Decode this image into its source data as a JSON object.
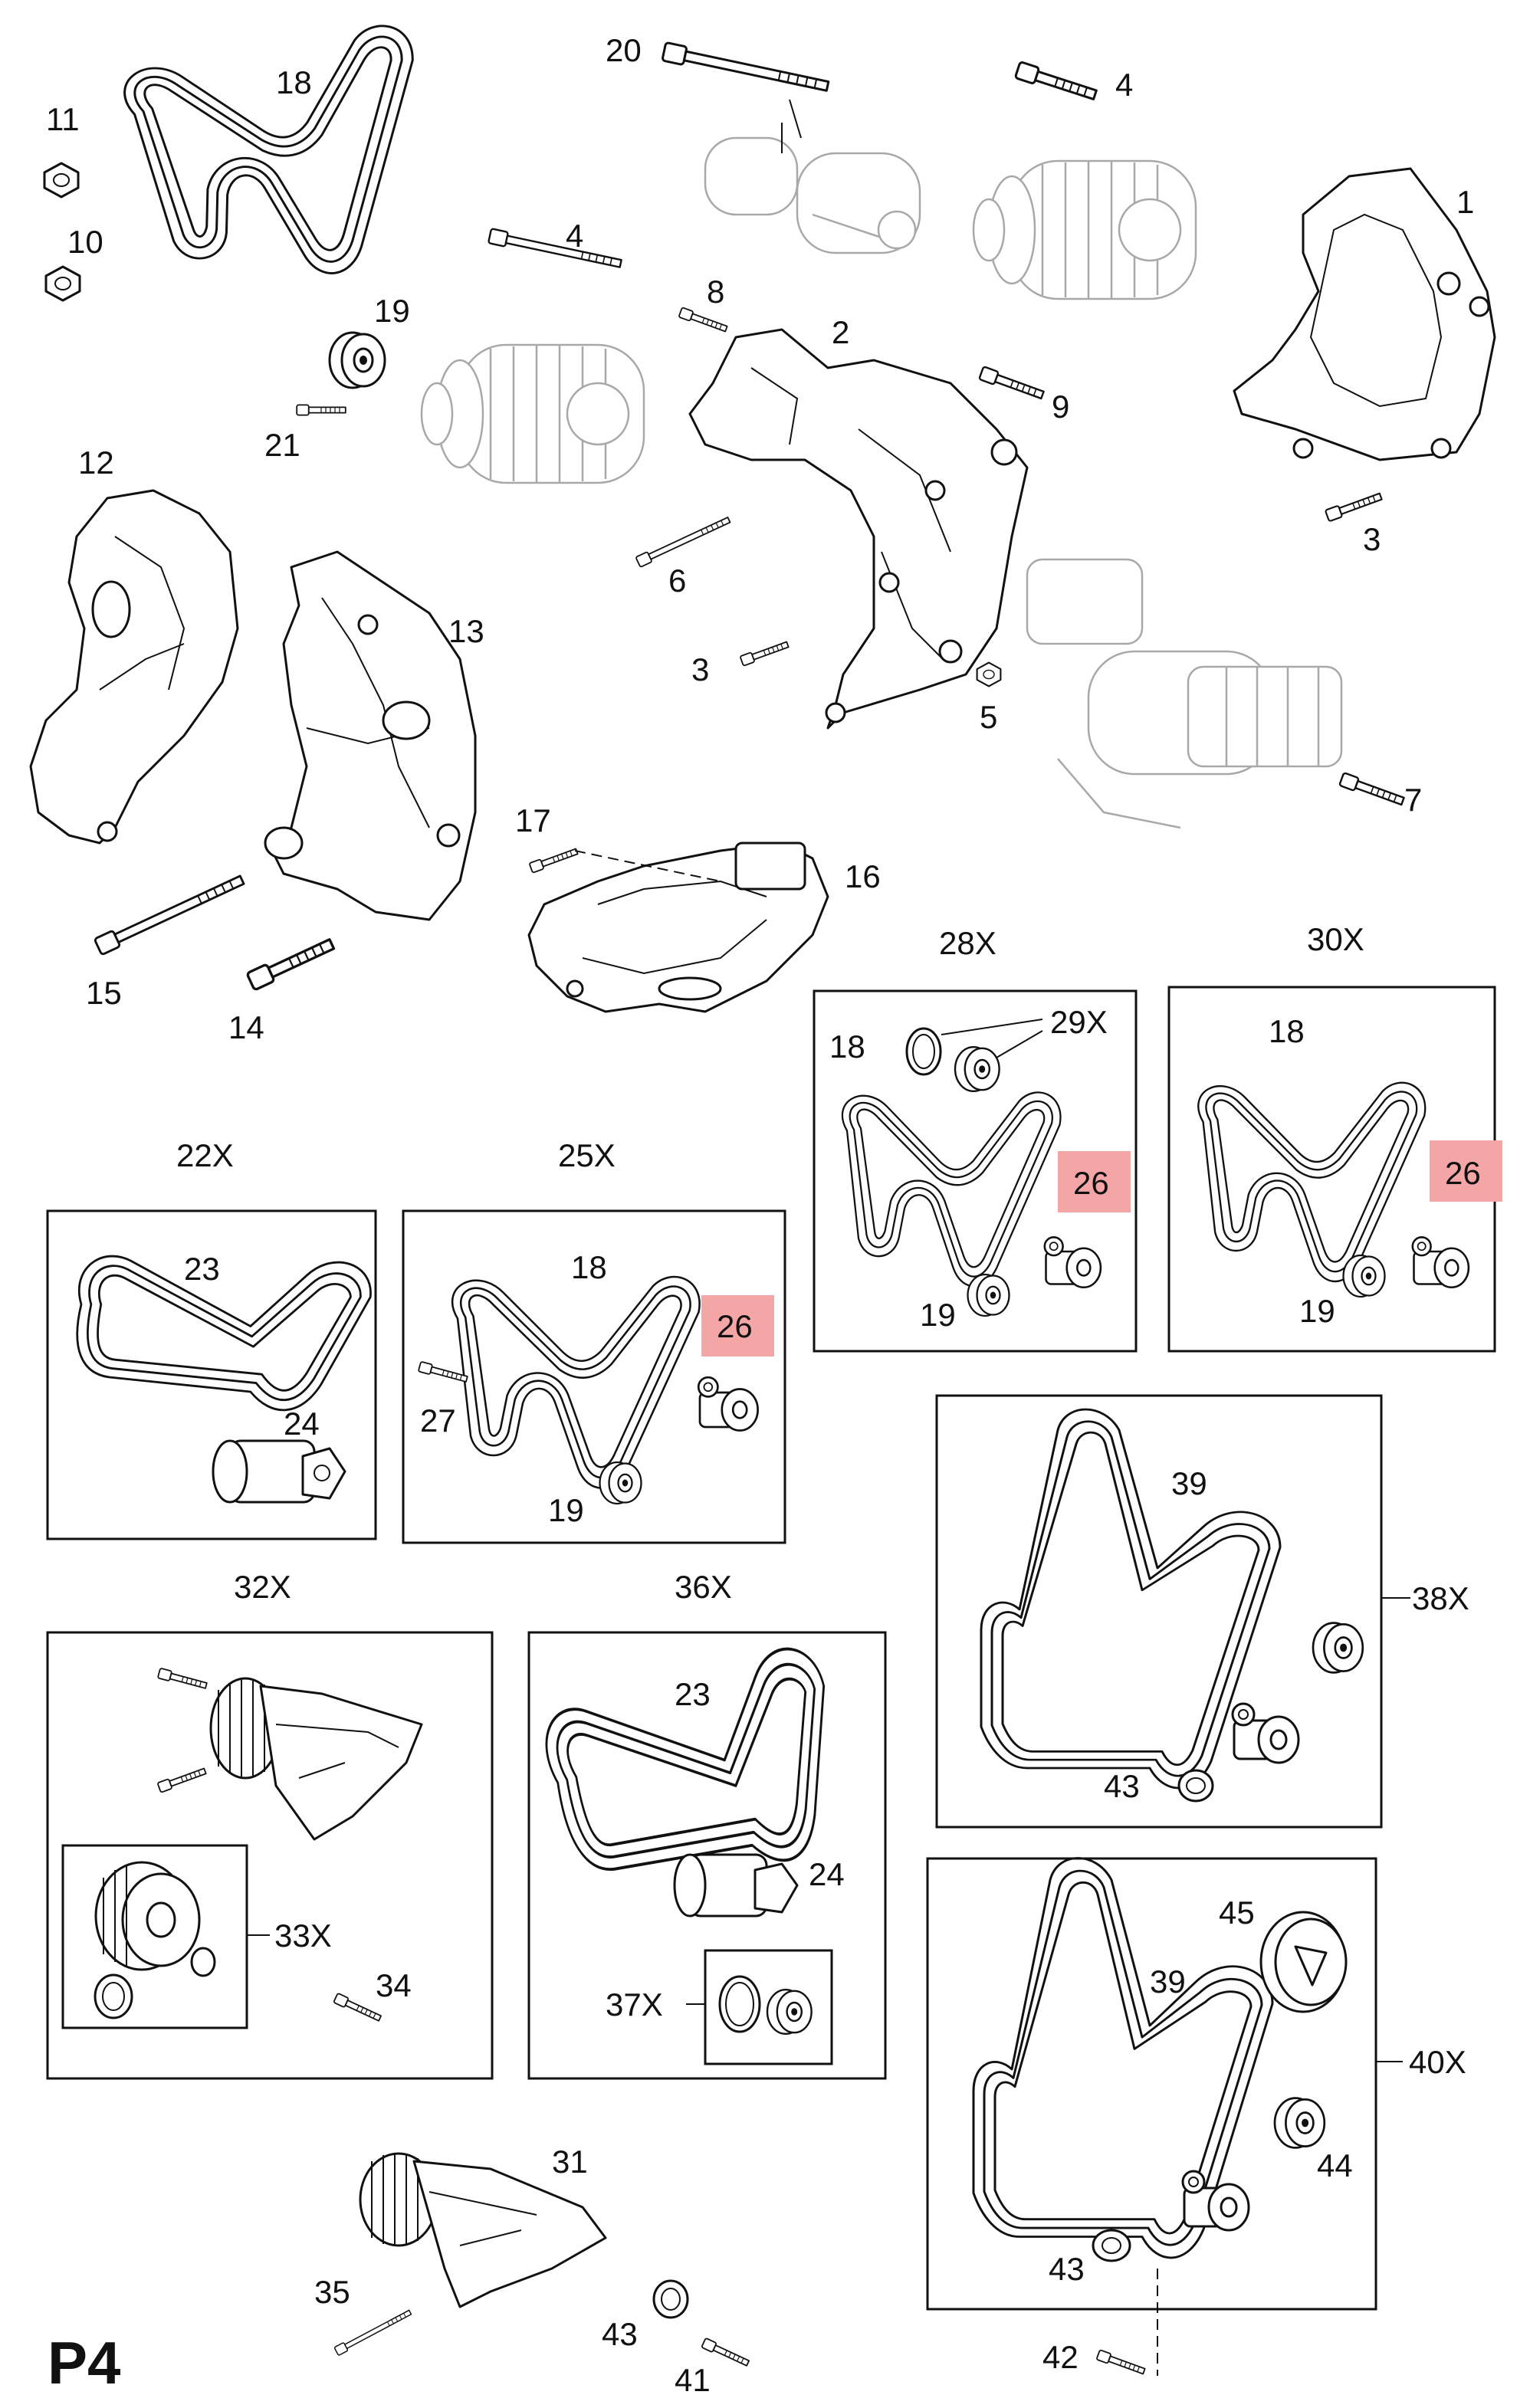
{
  "page_label": "P4",
  "highlight_color": "#f4a5a5",
  "parts": [
    {
      "id": "c1",
      "text": "1"
    },
    {
      "id": "c2",
      "text": "2"
    },
    {
      "id": "c3a",
      "text": "3"
    },
    {
      "id": "c3b",
      "text": "3"
    },
    {
      "id": "c4a",
      "text": "4"
    },
    {
      "id": "c4b",
      "text": "4"
    },
    {
      "id": "c5",
      "text": "5"
    },
    {
      "id": "c6",
      "text": "6"
    },
    {
      "id": "c7",
      "text": "7"
    },
    {
      "id": "c8",
      "text": "8"
    },
    {
      "id": "c9",
      "text": "9"
    },
    {
      "id": "c10",
      "text": "10"
    },
    {
      "id": "c11",
      "text": "11"
    },
    {
      "id": "c12",
      "text": "12"
    },
    {
      "id": "c13",
      "text": "13"
    },
    {
      "id": "c14",
      "text": "14"
    },
    {
      "id": "c15",
      "text": "15"
    },
    {
      "id": "c16",
      "text": "16"
    },
    {
      "id": "c17",
      "text": "17"
    },
    {
      "id": "c18a",
      "text": "18"
    },
    {
      "id": "c19a",
      "text": "19"
    },
    {
      "id": "c20",
      "text": "20"
    },
    {
      "id": "c21",
      "text": "21"
    },
    {
      "id": "c28X",
      "text": "28X"
    },
    {
      "id": "c29X",
      "text": "29X"
    },
    {
      "id": "c18b",
      "text": "18"
    },
    {
      "id": "c26a",
      "text": "26",
      "highlight": true
    },
    {
      "id": "c19b",
      "text": "19"
    },
    {
      "id": "c30X",
      "text": "30X"
    },
    {
      "id": "c18c",
      "text": "18"
    },
    {
      "id": "c26b",
      "text": "26",
      "highlight": true
    },
    {
      "id": "c19c",
      "text": "19"
    },
    {
      "id": "c22X",
      "text": "22X"
    },
    {
      "id": "c23a",
      "text": "23"
    },
    {
      "id": "c24a",
      "text": "24"
    },
    {
      "id": "c25X",
      "text": "25X"
    },
    {
      "id": "c18d",
      "text": "18"
    },
    {
      "id": "c26c",
      "text": "26",
      "highlight": true
    },
    {
      "id": "c27",
      "text": "27"
    },
    {
      "id": "c19d",
      "text": "19"
    },
    {
      "id": "c32X",
      "text": "32X"
    },
    {
      "id": "c33X",
      "text": "33X"
    },
    {
      "id": "c34",
      "text": "34"
    },
    {
      "id": "c36X",
      "text": "36X"
    },
    {
      "id": "c23b",
      "text": "23"
    },
    {
      "id": "c24b",
      "text": "24"
    },
    {
      "id": "c37X",
      "text": "37X"
    },
    {
      "id": "c38X",
      "text": "38X"
    },
    {
      "id": "c39a",
      "text": "39"
    },
    {
      "id": "c43a",
      "text": "43"
    },
    {
      "id": "c40X",
      "text": "40X"
    },
    {
      "id": "c39b",
      "text": "39"
    },
    {
      "id": "c45",
      "text": "45"
    },
    {
      "id": "c44",
      "text": "44"
    },
    {
      "id": "c43b",
      "text": "43"
    },
    {
      "id": "c42",
      "text": "42"
    },
    {
      "id": "c31",
      "text": "31"
    },
    {
      "id": "c35",
      "text": "35"
    },
    {
      "id": "c43c",
      "text": "43"
    },
    {
      "id": "c41",
      "text": "41"
    }
  ]
}
